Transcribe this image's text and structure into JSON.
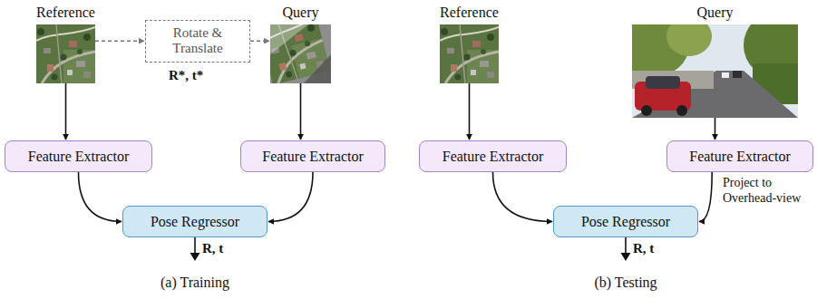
{
  "diagram": {
    "nodes": [
      {
        "text": [
          "Reference"
        ]
      },
      {
        "text": [
          "Rotate & Translate"
        ]
      },
      {
        "text": [
          "Query"
        ]
      },
      {
        "text": [
          "Reference"
        ]
      },
      {
        "text": [
          "Query"
        ]
      },
      {
        "text": [
          "Feature Extractor"
        ]
      },
      {
        "text": [
          "Feature Extractor"
        ]
      },
      {
        "text": [
          "Feature Extractor"
        ]
      },
      {
        "text": [
          "Feature Extractor"
        ]
      },
      {
        "text": [
          "Pose Regressor"
        ]
      },
      {
        "text": [
          "Pose Regressor"
        ]
      }
    ],
    "edges": [
      {
        "from": 0,
        "to": 1,
        "arrow": "to"
      },
      {
        "from": 1,
        "to": 2,
        "arrow": "to"
      },
      {
        "from": 0,
        "to": 5,
        "arrow": "to"
      },
      {
        "from": 2,
        "to": 6,
        "arrow": "to"
      },
      {
        "from": 5,
        "to": 9,
        "arrow": "to"
      },
      {
        "from": 6,
        "to": 9,
        "arrow": "to"
      },
      {
        "from": 3,
        "to": 7,
        "arrow": "to"
      },
      {
        "from": 4,
        "to": 8,
        "arrow": "to"
      },
      {
        "from": 7,
        "to": 10,
        "arrow": "to"
      },
      {
        "from": 8,
        "to": 10,
        "label": "Project to Overhead-view",
        "arrow": "to"
      }
    ],
    "labels": [
      "R*, t*",
      "R, t",
      "R, t",
      "(a) Training",
      "(b) Testing"
    ]
  }
}
